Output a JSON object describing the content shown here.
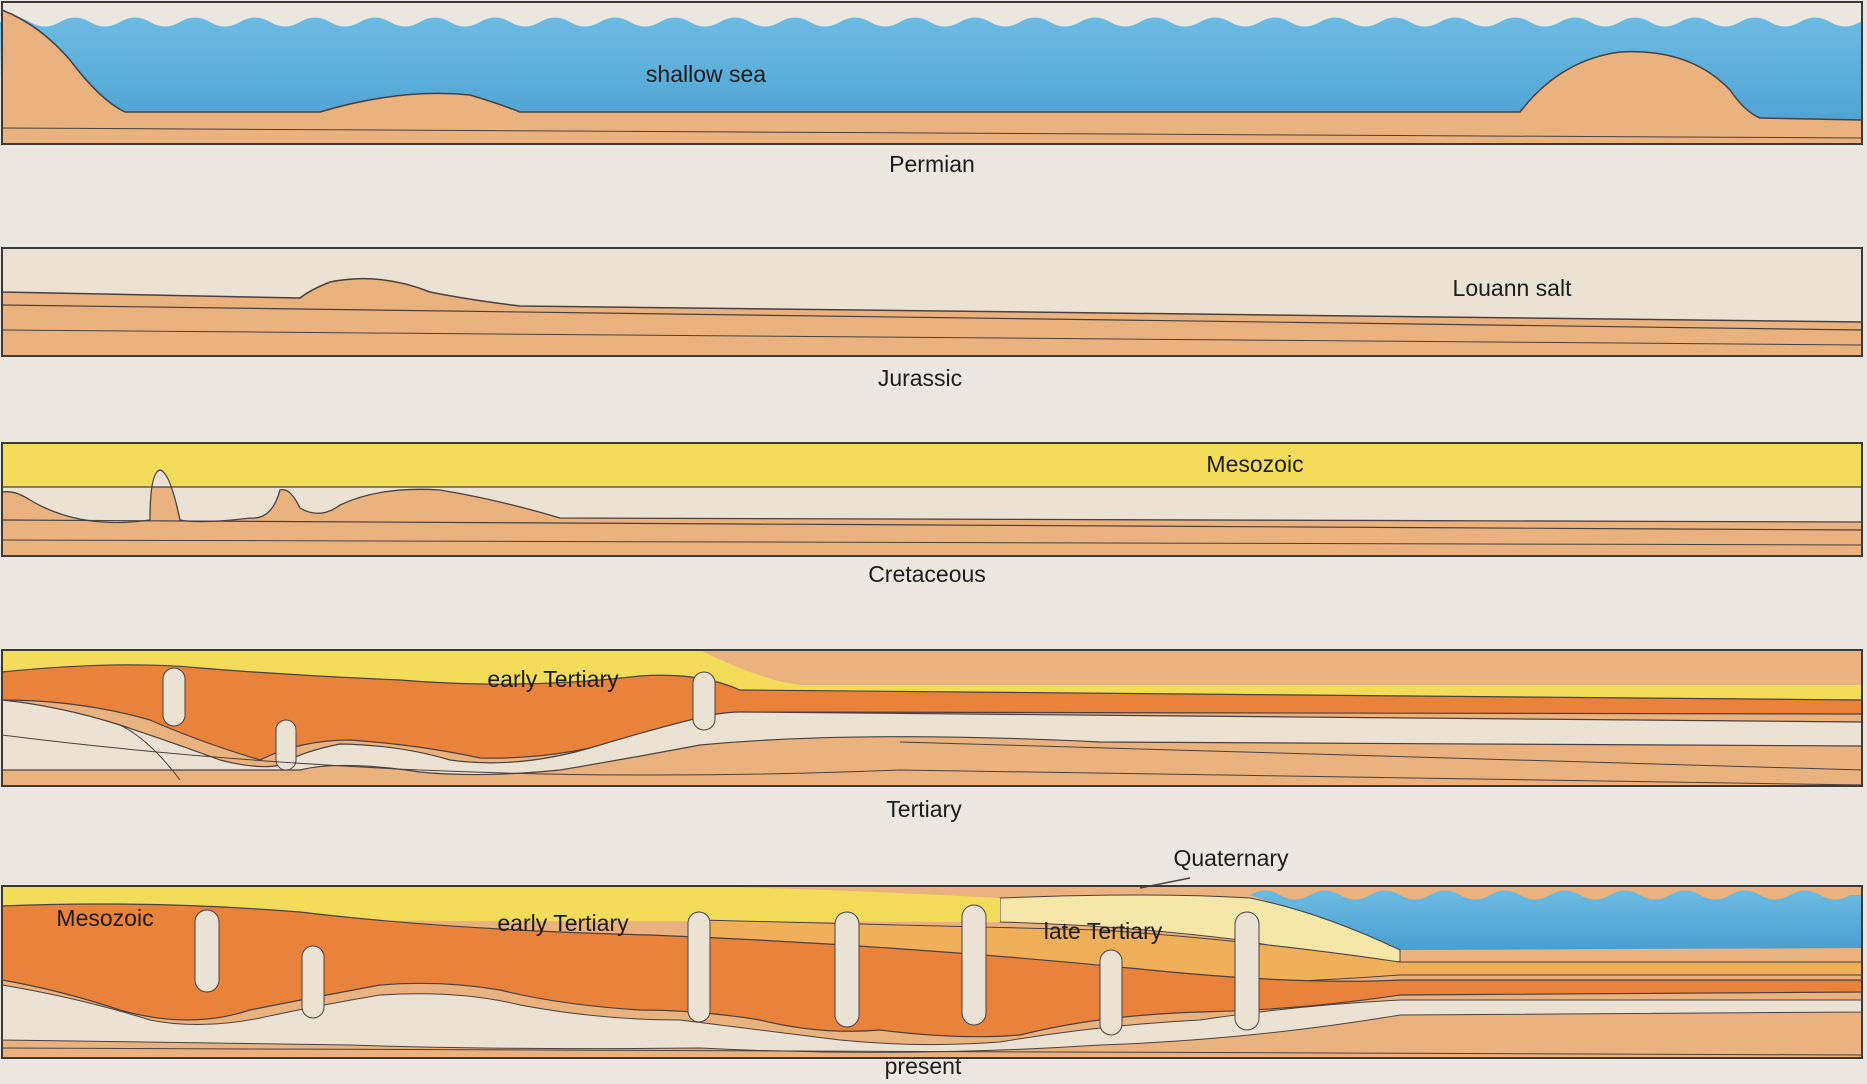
{
  "panels": [
    {
      "caption": "Permian",
      "labels": [
        "shallow sea"
      ]
    },
    {
      "caption": "Jurassic",
      "labels": [
        "Louann salt"
      ]
    },
    {
      "caption": "Cretaceous",
      "labels": [
        "Mesozoic"
      ]
    },
    {
      "caption": "Tertiary",
      "labels": [
        "early Tertiary"
      ]
    },
    {
      "caption": "present",
      "labels": [
        "Mesozoic",
        "early Tertiary",
        "late Tertiary",
        "Quaternary"
      ]
    }
  ],
  "colors": {
    "sea": "#5aaed8",
    "basement": "#eab27e",
    "salt": "#ece2d4",
    "mesozoic": "#f3dc5a",
    "tertiary": "#e9823a",
    "late_tertiary": "#f0b05a",
    "quaternary": "#f5e7a8"
  }
}
